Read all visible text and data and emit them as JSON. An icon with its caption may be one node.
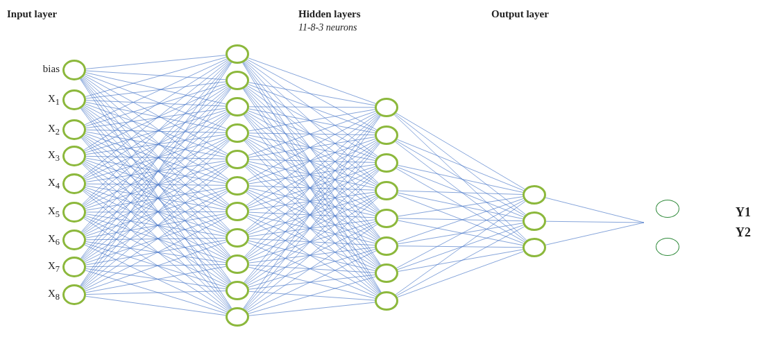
{
  "diagram": {
    "nodes": [
      {
        "text": [],
        "shape": "circle",
        "beside": [
          "bias"
        ]
      },
      {
        "text": [],
        "shape": "circle",
        "beside": [
          "X$_{1}$"
        ]
      },
      {
        "text": [],
        "shape": "circle",
        "beside": [
          "X$_{2}$"
        ]
      },
      {
        "text": [],
        "shape": "circle",
        "beside": [
          "X$_{3}$"
        ]
      },
      {
        "text": [],
        "shape": "circle",
        "beside": [
          "X$_{4}$"
        ]
      },
      {
        "text": [],
        "shape": "circle",
        "beside": [
          "X$_{5}$"
        ]
      },
      {
        "text": [],
        "shape": "circle",
        "beside": [
          "X$_{6}$"
        ]
      },
      {
        "text": [],
        "shape": "circle",
        "beside": [
          "X$_{7}$"
        ]
      },
      {
        "text": [],
        "shape": "circle",
        "beside": [
          "X$_{8}$"
        ]
      },
      {
        "text": [],
        "shape": "circle"
      },
      {
        "text": [],
        "shape": "circle"
      },
      {
        "text": [],
        "shape": "circle"
      },
      {
        "text": [],
        "shape": "circle"
      },
      {
        "text": [],
        "shape": "circle"
      },
      {
        "text": [],
        "shape": "circle"
      },
      {
        "text": [],
        "shape": "circle"
      },
      {
        "text": [],
        "shape": "circle"
      },
      {
        "text": [],
        "shape": "circle"
      },
      {
        "text": [],
        "shape": "circle"
      },
      {
        "text": [],
        "shape": "circle"
      },
      {
        "text": [],
        "shape": "circle"
      },
      {
        "text": [],
        "shape": "circle"
      },
      {
        "text": [],
        "shape": "circle"
      },
      {
        "text": [],
        "shape": "circle"
      },
      {
        "text": [],
        "shape": "circle"
      },
      {
        "text": [],
        "shape": "circle"
      },
      {
        "text": [],
        "shape": "circle"
      },
      {
        "text": [],
        "shape": "circle"
      },
      {
        "text": [],
        "shape": "circle"
      },
      {
        "text": [],
        "shape": "circle"
      },
      {
        "text": [],
        "shape": "circle"
      },
      {
        "text": [],
        "shape": "circle"
      },
      {
        "text": [],
        "shape": "circle"
      }
    ],
    "edges": [
      {
        "from": 0,
        "to": 9,
        "arrow": "none"
      },
      {
        "from": 0,
        "to": 10,
        "arrow": "none"
      },
      {
        "from": 0,
        "to": 11,
        "arrow": "none"
      },
      {
        "from": 0,
        "to": 12,
        "arrow": "none"
      },
      {
        "from": 0,
        "to": 13,
        "arrow": "none"
      },
      {
        "from": 0,
        "to": 14,
        "arrow": "none"
      },
      {
        "from": 0,
        "to": 15,
        "arrow": "none"
      },
      {
        "from": 0,
        "to": 16,
        "arrow": "none"
      },
      {
        "from": 0,
        "to": 17,
        "arrow": "none"
      },
      {
        "from": 0,
        "to": 18,
        "arrow": "none"
      },
      {
        "from": 0,
        "to": 19,
        "arrow": "none"
      },
      {
        "from": 1,
        "to": 9,
        "arrow": "none"
      },
      {
        "from": 1,
        "to": 10,
        "arrow": "none"
      },
      {
        "from": 1,
        "to": 11,
        "arrow": "none"
      },
      {
        "from": 1,
        "to": 12,
        "arrow": "none"
      },
      {
        "from": 1,
        "to": 13,
        "arrow": "none"
      },
      {
        "from": 1,
        "to": 14,
        "arrow": "none"
      },
      {
        "from": 1,
        "to": 15,
        "arrow": "none"
      },
      {
        "from": 1,
        "to": 16,
        "arrow": "none"
      },
      {
        "from": 1,
        "to": 17,
        "arrow": "none"
      },
      {
        "from": 1,
        "to": 18,
        "arrow": "none"
      },
      {
        "from": 1,
        "to": 19,
        "arrow": "none"
      },
      {
        "from": 2,
        "to": 9,
        "arrow": "none"
      },
      {
        "from": 2,
        "to": 10,
        "arrow": "none"
      },
      {
        "from": 2,
        "to": 11,
        "arrow": "none"
      },
      {
        "from": 2,
        "to": 12,
        "arrow": "none"
      },
      {
        "from": 2,
        "to": 13,
        "arrow": "none"
      },
      {
        "from": 2,
        "to": 14,
        "arrow": "none"
      },
      {
        "from": 2,
        "to": 15,
        "arrow": "none"
      },
      {
        "from": 2,
        "to": 16,
        "arrow": "none"
      },
      {
        "from": 2,
        "to": 17,
        "arrow": "none"
      },
      {
        "from": 2,
        "to": 18,
        "arrow": "none"
      },
      {
        "from": 2,
        "to": 19,
        "arrow": "none"
      },
      {
        "from": 3,
        "to": 9,
        "arrow": "none"
      },
      {
        "from": 3,
        "to": 10,
        "arrow": "none"
      },
      {
        "from": 3,
        "to": 11,
        "arrow": "none"
      },
      {
        "from": 3,
        "to": 12,
        "arrow": "none"
      },
      {
        "from": 3,
        "to": 13,
        "arrow": "none"
      },
      {
        "from": 3,
        "to": 14,
        "arrow": "none"
      },
      {
        "from": 3,
        "to": 15,
        "arrow": "none"
      },
      {
        "from": 3,
        "to": 16,
        "arrow": "none"
      },
      {
        "from": 3,
        "to": 17,
        "arrow": "none"
      },
      {
        "from": 3,
        "to": 18,
        "arrow": "none"
      },
      {
        "from": 3,
        "to": 19,
        "arrow": "none"
      },
      {
        "from": 4,
        "to": 9,
        "arrow": "none"
      },
      {
        "from": 4,
        "to": 10,
        "arrow": "none"
      },
      {
        "from": 4,
        "to": 11,
        "arrow": "none"
      },
      {
        "from": 4,
        "to": 12,
        "arrow": "none"
      },
      {
        "from": 4,
        "to": 13,
        "arrow": "none"
      },
      {
        "from": 4,
        "to": 14,
        "arrow": "none"
      },
      {
        "from": 4,
        "to": 15,
        "arrow": "none"
      },
      {
        "from": 4,
        "to": 16,
        "arrow": "none"
      },
      {
        "from": 4,
        "to": 17,
        "arrow": "none"
      },
      {
        "from": 4,
        "to": 18,
        "arrow": "none"
      },
      {
        "from": 4,
        "to": 19,
        "arrow": "none"
      },
      {
        "from": 5,
        "to": 9,
        "arrow": "none"
      },
      {
        "from": 5,
        "to": 10,
        "arrow": "none"
      },
      {
        "from": 5,
        "to": 11,
        "arrow": "none"
      },
      {
        "from": 5,
        "to": 12,
        "arrow": "none"
      },
      {
        "from": 5,
        "to": 13,
        "arrow": "none"
      },
      {
        "from": 5,
        "to": 14,
        "arrow": "none"
      },
      {
        "from": 5,
        "to": 15,
        "arrow": "none"
      },
      {
        "from": 5,
        "to": 16,
        "arrow": "none"
      },
      {
        "from": 5,
        "to": 17,
        "arrow": "none"
      },
      {
        "from": 5,
        "to": 18,
        "arrow": "none"
      },
      {
        "from": 5,
        "to": 19,
        "arrow": "none"
      },
      {
        "from": 6,
        "to": 9,
        "arrow": "none"
      },
      {
        "from": 6,
        "to": 10,
        "arrow": "none"
      },
      {
        "from": 6,
        "to": 11,
        "arrow": "none"
      },
      {
        "from": 6,
        "to": 12,
        "arrow": "none"
      },
      {
        "from": 6,
        "to": 13,
        "arrow": "none"
      },
      {
        "from": 6,
        "to": 14,
        "arrow": "none"
      },
      {
        "from": 6,
        "to": 15,
        "arrow": "none"
      },
      {
        "from": 6,
        "to": 16,
        "arrow": "none"
      },
      {
        "from": 6,
        "to": 17,
        "arrow": "none"
      },
      {
        "from": 6,
        "to": 18,
        "arrow": "none"
      },
      {
        "from": 6,
        "to": 19,
        "arrow": "none"
      },
      {
        "from": 7,
        "to": 9,
        "arrow": "none"
      },
      {
        "from": 7,
        "to": 10,
        "arrow": "none"
      },
      {
        "from": 7,
        "to": 11,
        "arrow": "none"
      },
      {
        "from": 7,
        "to": 12,
        "arrow": "none"
      },
      {
        "from": 7,
        "to": 13,
        "arrow": "none"
      },
      {
        "from": 7,
        "to": 14,
        "arrow": "none"
      },
      {
        "from": 7,
        "to": 15,
        "arrow": "none"
      },
      {
        "from": 7,
        "to": 16,
        "arrow": "none"
      },
      {
        "from": 7,
        "to": 17,
        "arrow": "none"
      },
      {
        "from": 7,
        "to": 18,
        "arrow": "none"
      },
      {
        "from": 7,
        "to": 19,
        "arrow": "none"
      },
      {
        "from": 8,
        "to": 9,
        "arrow": "none"
      },
      {
        "from": 8,
        "to": 10,
        "arrow": "none"
      },
      {
        "from": 8,
        "to": 11,
        "arrow": "none"
      },
      {
        "from": 8,
        "to": 12,
        "arrow": "none"
      },
      {
        "from": 8,
        "to": 13,
        "arrow": "none"
      },
      {
        "from": 8,
        "to": 14,
        "arrow": "none"
      },
      {
        "from": 8,
        "to": 15,
        "arrow": "none"
      },
      {
        "from": 8,
        "to": 16,
        "arrow": "none"
      },
      {
        "from": 8,
        "to": 17,
        "arrow": "none"
      },
      {
        "from": 8,
        "to": 18,
        "arrow": "none"
      },
      {
        "from": 8,
        "to": 19,
        "arrow": "none"
      },
      {
        "from": 9,
        "to": 20,
        "arrow": "none"
      },
      {
        "from": 9,
        "to": 21,
        "arrow": "none"
      },
      {
        "from": 9,
        "to": 22,
        "arrow": "none"
      },
      {
        "from": 9,
        "to": 23,
        "arrow": "none"
      },
      {
        "from": 9,
        "to": 24,
        "arrow": "none"
      },
      {
        "from": 9,
        "to": 25,
        "arrow": "none"
      },
      {
        "from": 9,
        "to": 26,
        "arrow": "none"
      },
      {
        "from": 9,
        "to": 27,
        "arrow": "none"
      },
      {
        "from": 10,
        "to": 20,
        "arrow": "none"
      },
      {
        "from": 10,
        "to": 21,
        "arrow": "none"
      },
      {
        "from": 10,
        "to": 22,
        "arrow": "none"
      },
      {
        "from": 10,
        "to": 23,
        "arrow": "none"
      },
      {
        "from": 10,
        "to": 24,
        "arrow": "none"
      },
      {
        "from": 10,
        "to": 25,
        "arrow": "none"
      },
      {
        "from": 10,
        "to": 26,
        "arrow": "none"
      },
      {
        "from": 10,
        "to": 27,
        "arrow": "none"
      },
      {
        "from": 11,
        "to": 20,
        "arrow": "none"
      },
      {
        "from": 11,
        "to": 21,
        "arrow": "none"
      },
      {
        "from": 11,
        "to": 22,
        "arrow": "none"
      },
      {
        "from": 11,
        "to": 23,
        "arrow": "none"
      },
      {
        "from": 11,
        "to": 24,
        "arrow": "none"
      },
      {
        "from": 11,
        "to": 25,
        "arrow": "none"
      },
      {
        "from": 11,
        "to": 26,
        "arrow": "none"
      },
      {
        "from": 11,
        "to": 27,
        "arrow": "none"
      },
      {
        "from": 12,
        "to": 20,
        "arrow": "none"
      },
      {
        "from": 12,
        "to": 21,
        "arrow": "none"
      },
      {
        "from": 12,
        "to": 22,
        "arrow": "none"
      },
      {
        "from": 12,
        "to": 23,
        "arrow": "none"
      },
      {
        "from": 12,
        "to": 24,
        "arrow": "none"
      },
      {
        "from": 12,
        "to": 25,
        "arrow": "none"
      },
      {
        "from": 12,
        "to": 26,
        "arrow": "none"
      },
      {
        "from": 12,
        "to": 27,
        "arrow": "none"
      },
      {
        "from": 13,
        "to": 20,
        "arrow": "none"
      },
      {
        "from": 13,
        "to": 21,
        "arrow": "none"
      },
      {
        "from": 13,
        "to": 22,
        "arrow": "none"
      },
      {
        "from": 13,
        "to": 23,
        "arrow": "none"
      },
      {
        "from": 13,
        "to": 24,
        "arrow": "none"
      },
      {
        "from": 13,
        "to": 25,
        "arrow": "none"
      },
      {
        "from": 13,
        "to": 26,
        "arrow": "none"
      },
      {
        "from": 13,
        "to": 27,
        "arrow": "none"
      },
      {
        "from": 14,
        "to": 20,
        "arrow": "none"
      },
      {
        "from": 14,
        "to": 21,
        "arrow": "none"
      },
      {
        "from": 14,
        "to": 22,
        "arrow": "none"
      },
      {
        "from": 14,
        "to": 23,
        "arrow": "none"
      },
      {
        "from": 14,
        "to": 24,
        "arrow": "none"
      },
      {
        "from": 14,
        "to": 25,
        "arrow": "none"
      },
      {
        "from": 14,
        "to": 26,
        "arrow": "none"
      },
      {
        "from": 14,
        "to": 27,
        "arrow": "none"
      },
      {
        "from": 15,
        "to": 20,
        "arrow": "none"
      },
      {
        "from": 15,
        "to": 21,
        "arrow": "none"
      },
      {
        "from": 15,
        "to": 22,
        "arrow": "none"
      },
      {
        "from": 15,
        "to": 23,
        "arrow": "none"
      },
      {
        "from": 15,
        "to": 24,
        "arrow": "none"
      },
      {
        "from": 15,
        "to": 25,
        "arrow": "none"
      },
      {
        "from": 15,
        "to": 26,
        "arrow": "none"
      },
      {
        "from": 15,
        "to": 27,
        "arrow": "none"
      },
      {
        "from": 16,
        "to": 20,
        "arrow": "none"
      },
      {
        "from": 16,
        "to": 21,
        "arrow": "none"
      },
      {
        "from": 16,
        "to": 22,
        "arrow": "none"
      },
      {
        "from": 16,
        "to": 23,
        "arrow": "none"
      },
      {
        "from": 16,
        "to": 24,
        "arrow": "none"
      },
      {
        "from": 16,
        "to": 25,
        "arrow": "none"
      },
      {
        "from": 16,
        "to": 26,
        "arrow": "none"
      },
      {
        "from": 16,
        "to": 27,
        "arrow": "none"
      },
      {
        "from": 17,
        "to": 20,
        "arrow": "none"
      },
      {
        "from": 17,
        "to": 21,
        "arrow": "none"
      },
      {
        "from": 17,
        "to": 22,
        "arrow": "none"
      },
      {
        "from": 17,
        "to": 23,
        "arrow": "none"
      },
      {
        "from": 17,
        "to": 24,
        "arrow": "none"
      },
      {
        "from": 17,
        "to": 25,
        "arrow": "none"
      },
      {
        "from": 17,
        "to": 26,
        "arrow": "none"
      },
      {
        "from": 17,
        "to": 27,
        "arrow": "none"
      },
      {
        "from": 18,
        "to": 20,
        "arrow": "none"
      },
      {
        "from": 18,
        "to": 21,
        "arrow": "none"
      },
      {
        "from": 18,
        "to": 22,
        "arrow": "none"
      },
      {
        "from": 18,
        "to": 23,
        "arrow": "none"
      },
      {
        "from": 18,
        "to": 24,
        "arrow": "none"
      },
      {
        "from": 18,
        "to": 25,
        "arrow": "none"
      },
      {
        "from": 18,
        "to": 26,
        "arrow": "none"
      },
      {
        "from": 18,
        "to": 27,
        "arrow": "none"
      },
      {
        "from": 19,
        "to": 20,
        "arrow": "none"
      },
      {
        "from": 19,
        "to": 21,
        "arrow": "none"
      },
      {
        "from": 19,
        "to": 22,
        "arrow": "none"
      },
      {
        "from": 19,
        "to": 23,
        "arrow": "none"
      },
      {
        "from": 19,
        "to": 24,
        "arrow": "none"
      },
      {
        "from": 19,
        "to": 25,
        "arrow": "none"
      },
      {
        "from": 19,
        "to": 26,
        "arrow": "none"
      },
      {
        "from": 19,
        "to": 27,
        "arrow": "none"
      },
      {
        "from": 20,
        "to": 28,
        "arrow": "none"
      },
      {
        "from": 20,
        "to": 29,
        "arrow": "none"
      },
      {
        "from": 20,
        "to": 30,
        "arrow": "none"
      },
      {
        "from": 21,
        "to": 28,
        "arrow": "none"
      },
      {
        "from": 21,
        "to": 29,
        "arrow": "none"
      },
      {
        "from": 21,
        "to": 30,
        "arrow": "none"
      },
      {
        "from": 22,
        "to": 28,
        "arrow": "none"
      },
      {
        "from": 22,
        "to": 29,
        "arrow": "none"
      },
      {
        "from": 22,
        "to": 30,
        "arrow": "none"
      },
      {
        "from": 23,
        "to": 28,
        "arrow": "none"
      },
      {
        "from": 23,
        "to": 29,
        "arrow": "none"
      },
      {
        "from": 23,
        "to": 30,
        "arrow": "none"
      },
      {
        "from": 24,
        "to": 28,
        "arrow": "none"
      },
      {
        "from": 24,
        "to": 29,
        "arrow": "none"
      },
      {
        "from": 24,
        "to": 30,
        "arrow": "none"
      },
      {
        "from": 25,
        "to": 28,
        "arrow": "none"
      },
      {
        "from": 25,
        "to": 29,
        "arrow": "none"
      },
      {
        "from": 25,
        "to": 30,
        "arrow": "none"
      },
      {
        "from": 26,
        "to": 28,
        "arrow": "none"
      },
      {
        "from": 26,
        "to": 29,
        "arrow": "none"
      },
      {
        "from": 26,
        "to": 30,
        "arrow": "none"
      },
      {
        "from": 27,
        "to": 28,
        "arrow": "none"
      },
      {
        "from": 27,
        "to": 29,
        "arrow": "none"
      },
      {
        "from": 27,
        "to": 30,
        "arrow": "none"
      },
      {
        "from": 28,
        "to": null,
        "arrow": "none"
      },
      {
        "from": 29,
        "to": null,
        "arrow": "none"
      },
      {
        "from": 30,
        "to": null,
        "arrow": "none"
      }
    ],
    "labels": [
      "Input layer",
      "Hidden layers",
      "11-8-3 neurons",
      "Output layer",
      "Y1",
      "Y2"
    ]
  }
}
